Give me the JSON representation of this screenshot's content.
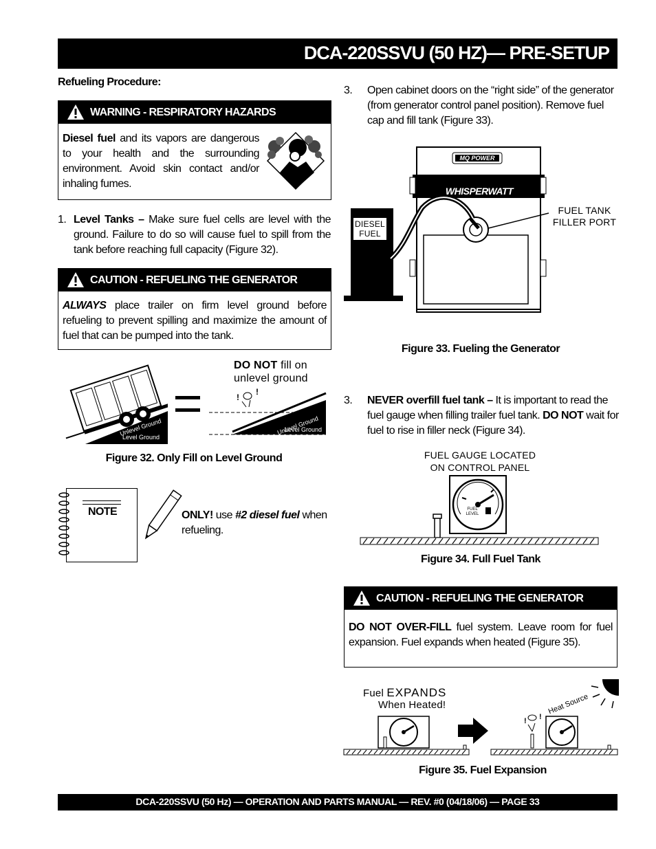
{
  "header": {
    "title": "DCA-220SSVU (50 HZ)— PRE-SETUP"
  },
  "left": {
    "section_title": "Refueling Procedure:",
    "warning1": {
      "title": "WARNING - RESPIRATORY HAZARDS",
      "lead": "Diesel fuel",
      "body": " and its vapors are dangerous to your health and the surrounding environment. Avoid skin contact and/or inhaling fumes."
    },
    "step1": {
      "number": "1.",
      "lead": "Level Tanks –",
      "body": " Make sure fuel cells are level with the ground.  Failure to do so will cause fuel to spill from the tank before reaching full capacity (Figure 32)."
    },
    "caution1": {
      "title": "CAUTION - REFUELING THE GENERATOR",
      "lead": "ALWAYS",
      "body": " place trailer on firm level ground before refueling to prevent spilling and maximize the amount of fuel that can be pumped into the tank."
    },
    "figure32": {
      "do_not": "DO NOT",
      "do_not_rest": " fill on",
      "line2": "unlevel ground",
      "unlevel_ground": "Unlevel Ground",
      "level_ground": "Level Ground",
      "caption": "Figure 32. Only Fill on Level Ground"
    },
    "note": {
      "label": "NOTE",
      "lead": "ONLY!",
      "mid": " use ",
      "emph": "#2 diesel fuel",
      "tail": " when refueling."
    }
  },
  "right": {
    "step3a": {
      "number": "3.",
      "body": "Open cabinet doors on the “right side” of the generator (from generator control panel position). Remove fuel cap and fill tank (Figure 33)."
    },
    "figure33": {
      "brand": "MQ POWER",
      "model": "WHISPERWATT",
      "pump_label_1": "DIESEL",
      "pump_label_2": "FUEL",
      "callout_1": "FUEL TANK",
      "callout_2": "FILLER PORT",
      "caption": "Figure 33. Fueling the Generator"
    },
    "step3b": {
      "number": "3.",
      "lead": "NEVER overfill fuel tank –",
      "body1": " It is important to read the fuel gauge when filling trailer fuel tank. ",
      "bold2": "DO NOT",
      "body2": " wait for fuel to rise in filler neck (Figure 34)."
    },
    "figure34": {
      "label_1": "FUEL GAUGE LOCATED",
      "label_2": "ON CONTROL PANEL",
      "gauge_1": "FUEL",
      "gauge_2": "LEVEL",
      "caption": "Figure 34. Full Fuel Tank"
    },
    "caution2": {
      "title": "CAUTION - REFUELING THE GENERATOR",
      "lead": "DO NOT OVER-FILL",
      "body": " fuel system. Leave room for fuel expansion. Fuel expands when heated (Figure 35)."
    },
    "figure35": {
      "fuel": "Fuel ",
      "expands": "EXPANDS",
      "when_heated": "When Heated!",
      "heat_source": "Heat Source",
      "caption": "Figure 35. Fuel Expansion"
    }
  },
  "footer": {
    "text": "DCA-220SSVU (50 Hz) — OPERATION AND PARTS MANUAL — REV. #0  (04/18/06) — PAGE 33"
  }
}
